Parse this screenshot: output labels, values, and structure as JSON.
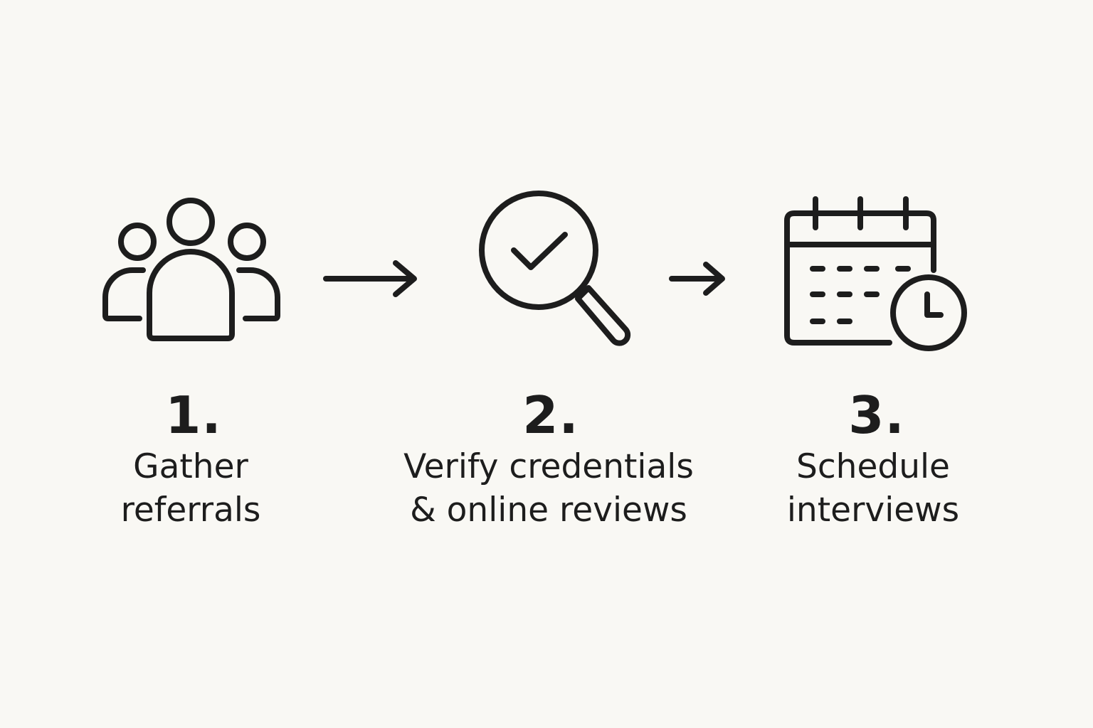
{
  "steps": [
    {
      "number": "1.",
      "label_lines": [
        "Gather",
        "referrals"
      ],
      "icon": "people-group-icon"
    },
    {
      "number": "2.",
      "label_lines": [
        "Verify credentials",
        "& online reviews"
      ],
      "icon": "magnifier-check-icon"
    },
    {
      "number": "3.",
      "label_lines": [
        "Schedule",
        "interviews"
      ],
      "icon": "calendar-clock-icon"
    }
  ],
  "connectors": [
    "arrow-right-icon",
    "arrow-right-icon"
  ],
  "colors": {
    "background": "#f9f8f4",
    "ink": "#1d1d1d"
  }
}
